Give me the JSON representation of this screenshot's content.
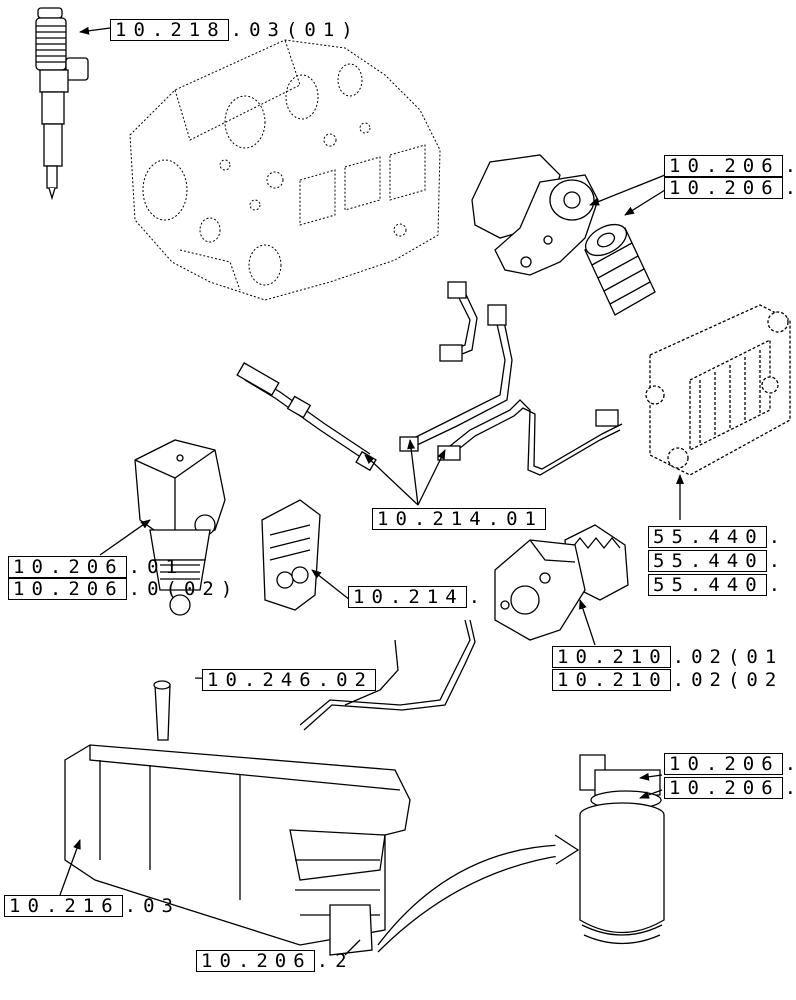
{
  "callouts": [
    {
      "code": "10.218",
      "suffix": ".03(01)"
    },
    {
      "code": "10.206",
      "suffix": "."
    },
    {
      "code": "10.206",
      "suffix": "."
    },
    {
      "code": "10.214.01",
      "suffix": ""
    },
    {
      "code": "10.206",
      "suffix": ".01"
    },
    {
      "code": "10.206",
      "suffix": ".0(02)"
    },
    {
      "code": "10.214",
      "suffix": "."
    },
    {
      "code": "55.440",
      "suffix": "."
    },
    {
      "code": "55.440",
      "suffix": "."
    },
    {
      "code": "55.440",
      "suffix": "."
    },
    {
      "code": "10.210",
      "suffix": ".02(01"
    },
    {
      "code": "10.210",
      "suffix": ".02(02"
    },
    {
      "code": "10.246.02",
      "suffix": ""
    },
    {
      "code": "10.206",
      "suffix": "."
    },
    {
      "code": "10.206",
      "suffix": "."
    },
    {
      "code": "10.216",
      "suffix": ".03"
    },
    {
      "code": "10.206",
      "suffix": ".2"
    }
  ]
}
